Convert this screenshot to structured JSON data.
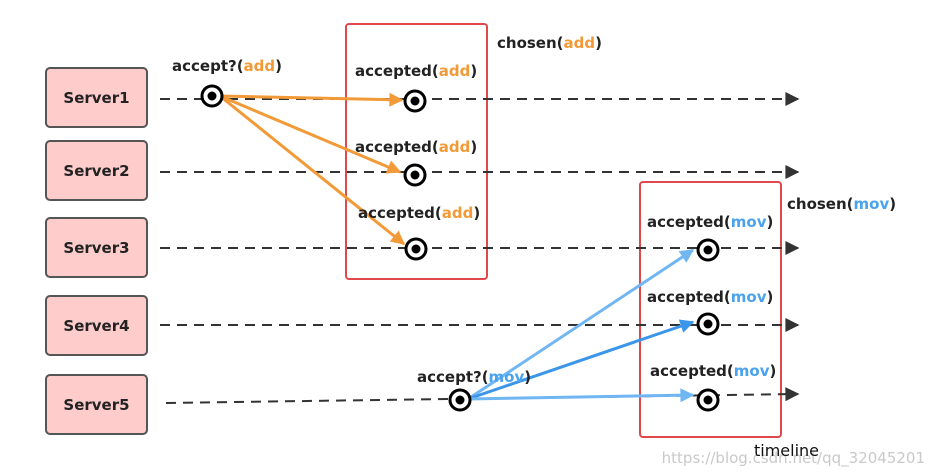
{
  "colors": {
    "server_fill": "#ffcccc",
    "server_stroke": "#555555",
    "timeline": "#333333",
    "add": "#f29a38",
    "mov": "#4aa3ef",
    "mov_light": "#6fb6f2",
    "box": "#e0484b",
    "text": "#222222"
  },
  "servers": [
    {
      "label": "Server1"
    },
    {
      "label": "Server2"
    },
    {
      "label": "Server3"
    },
    {
      "label": "Server4"
    },
    {
      "label": "Server5"
    }
  ],
  "proposals": {
    "add": {
      "word": "add",
      "accept_prefix": "accept?(",
      "accepted_prefix": "accepted(",
      "close": ")",
      "chosen_prefix": "chosen(",
      "source_server": "Server1",
      "accepted_by": [
        "Server1",
        "Server2",
        "Server3"
      ]
    },
    "mov": {
      "word": "mov",
      "accept_prefix": "accept?(",
      "accepted_prefix": "accepted(",
      "close": ")",
      "chosen_prefix": "chosen(",
      "source_server": "Server5",
      "accepted_by": [
        "Server3",
        "Server4",
        "Server5"
      ]
    }
  },
  "timeline_label": "timeline",
  "watermark": "https://blog.csdn.net/qq_32045201"
}
